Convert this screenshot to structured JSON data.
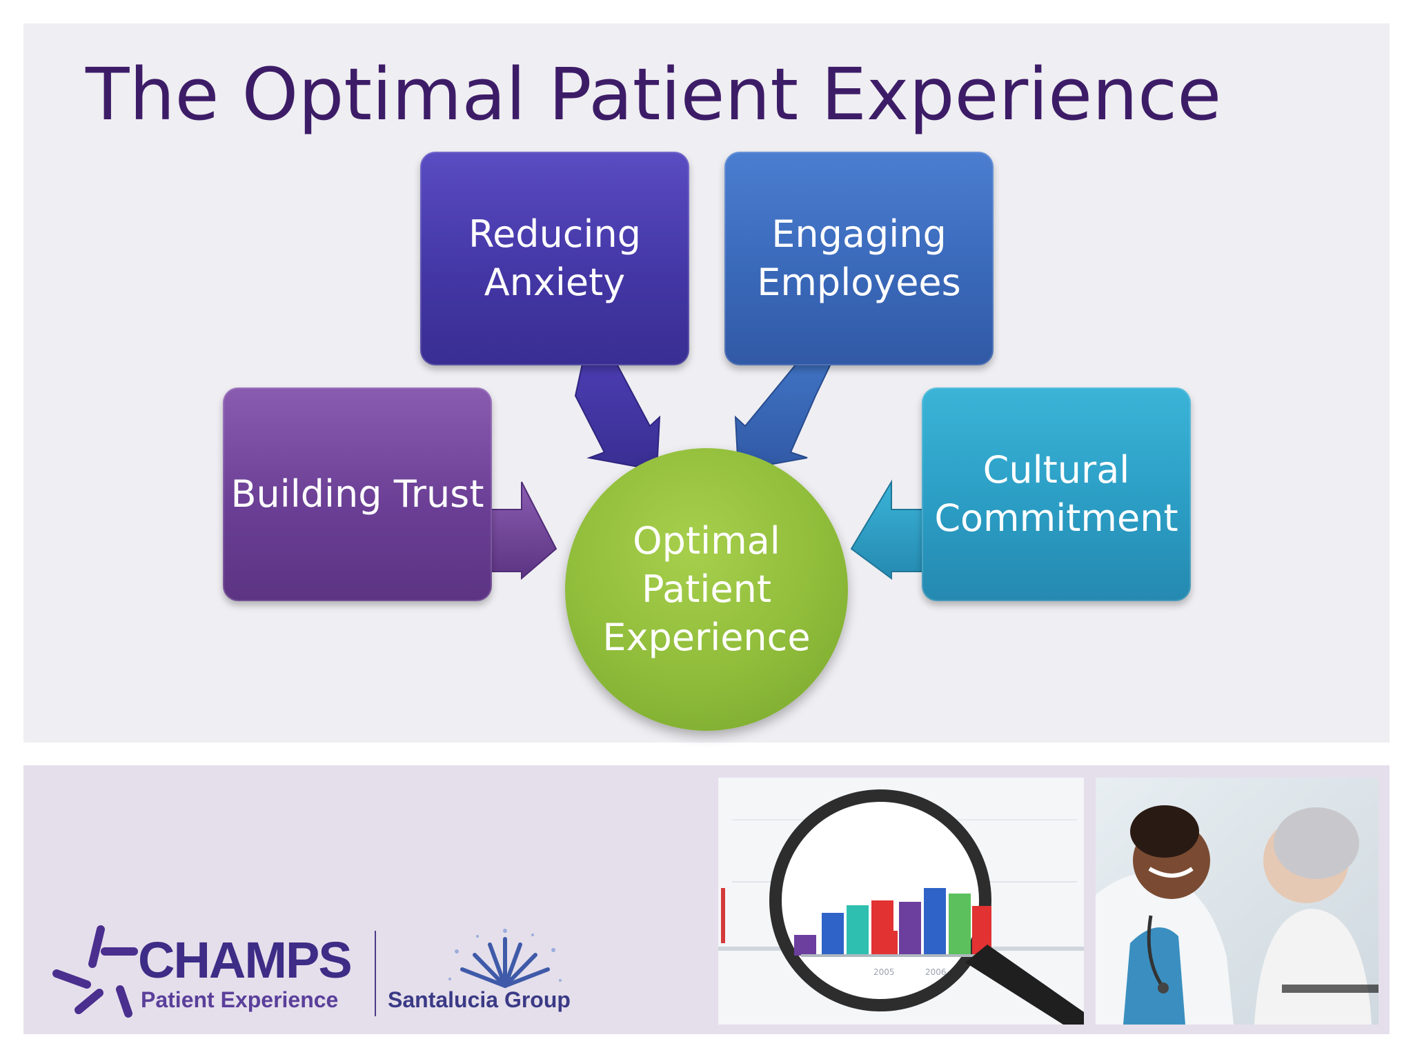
{
  "slide": {
    "title": "The Optimal Patient Experience"
  },
  "diagram": {
    "nodes": {
      "building_trust": "Building Trust",
      "reducing_anxiety": "Reducing\nAnxiety",
      "engaging_employees": "Engaging\nEmployees",
      "cultural_commitment": "Cultural\nCommitment",
      "center": "Optimal\nPatient\nExperience"
    },
    "colors": {
      "building_trust": "#6b3f95",
      "reducing_anxiety": "#4437a6",
      "engaging_employees": "#3a69ba",
      "cultural_commitment": "#2b9dc4",
      "center": "#8fbc3a",
      "title": "#3d1c67"
    }
  },
  "footer": {
    "logo_champs_word": "CHAMPS",
    "logo_champs_sub": "Patient Experience",
    "logo_santalucia": "Santalucia Group",
    "chart_photo_labels": [
      "2005",
      "2006"
    ]
  }
}
